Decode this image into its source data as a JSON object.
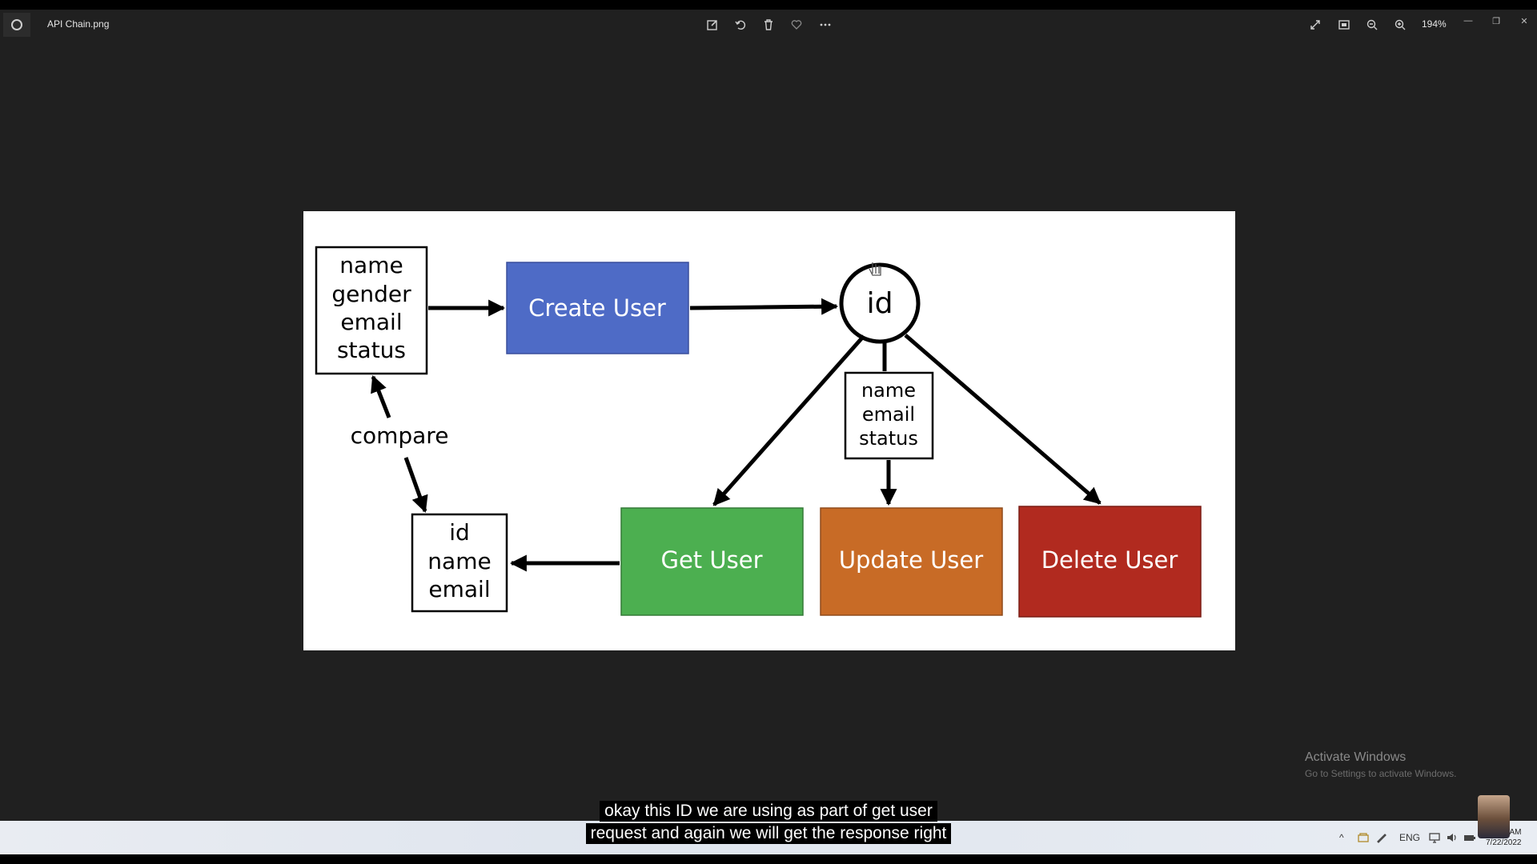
{
  "window": {
    "file_name": "API Chain.png",
    "zoom": "194%",
    "toolbar_icons": [
      "edit-icon",
      "rotate-icon",
      "delete-icon",
      "favorite-icon",
      "more-icon"
    ],
    "right_icons": [
      "fullscreen-icon",
      "fit-window-icon",
      "zoom-out-icon",
      "zoom-in-icon"
    ]
  },
  "diagram": {
    "input_box": [
      "name",
      "gender",
      "email",
      "status"
    ],
    "create_user": "Create User",
    "id_node": "id",
    "middle_box": [
      "name",
      "email",
      "status"
    ],
    "compare_label": "compare",
    "result_box": [
      "id",
      "name",
      "email"
    ],
    "get_user": "Get User",
    "update_user": "Update User",
    "delete_user": "Delete User",
    "colors": {
      "create": "#4e6bc6",
      "get": "#4caf50",
      "update": "#c86b26",
      "delete": "#b12a1f"
    }
  },
  "watermark": {
    "title": "Activate Windows",
    "subtitle": "Go to Settings to activate Windows."
  },
  "captions": [
    "okay this ID we are using as part of get user",
    "request and again we will get the response right"
  ],
  "taskbar": {
    "language": "ENG",
    "time": "AM",
    "date": "7/22/2022"
  }
}
